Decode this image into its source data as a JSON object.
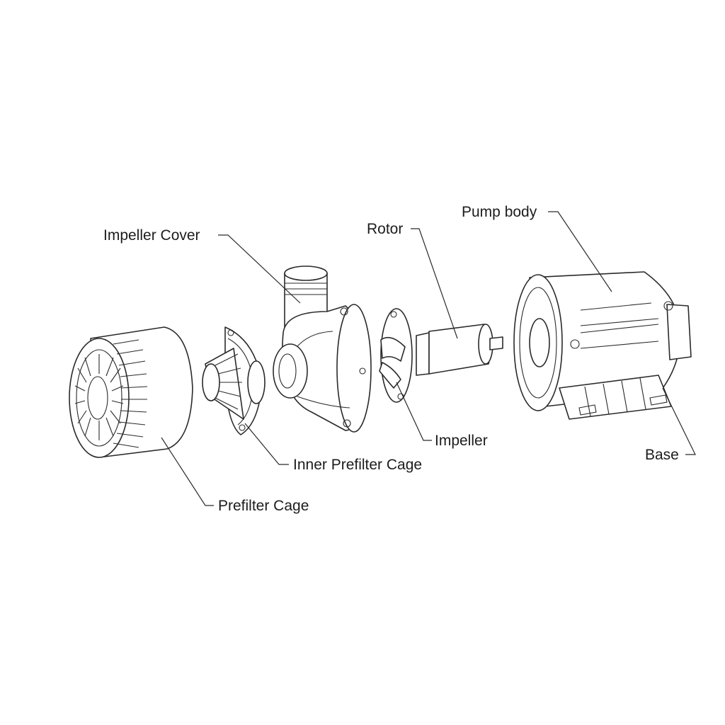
{
  "labels": {
    "impeller_cover": "Impeller Cover",
    "rotor": "Rotor",
    "pump_body": "Pump body",
    "inner_prefilter_cage": "Inner Prefilter Cage",
    "impeller": "Impeller",
    "base": "Base",
    "prefilter_cage": "Prefilter Cage"
  },
  "colors": {
    "line": "#2a2a2a",
    "text": "#1c1c1c",
    "background": "#ffffff"
  }
}
